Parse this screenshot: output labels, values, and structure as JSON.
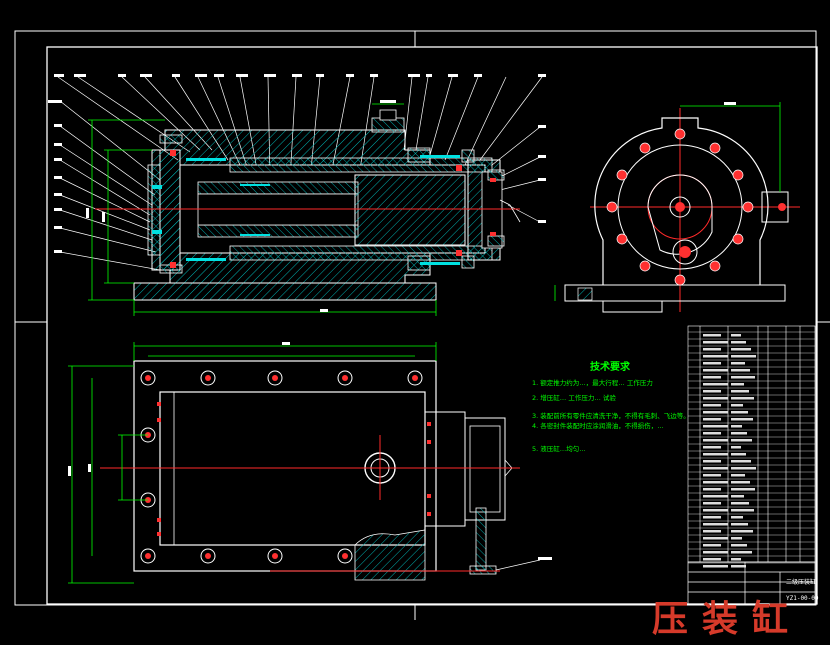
{
  "colors": {
    "background": "#000000",
    "frame": "#ffffff",
    "outline": "#ffffff",
    "hatch": "#00c8c8",
    "centerline": "#ff2a2a",
    "dimension": "#00ff00",
    "text_note": "#00ff00",
    "bolt": "#ff3030",
    "watermark": "#d63a2a"
  },
  "tech_notes": {
    "title": "技术要求",
    "items": [
      "1. 额定推力约为…，最大行程… 工作压力",
      "2. 增压缸… 工作压力… 试验",
      "3. 装配前所有零件应清洗干净，不得有毛刺、飞边等。",
      "4. 各密封件装配时应涂润滑油，不得损伤，…",
      "5. 液压缸…均匀…"
    ]
  },
  "title_block": {
    "drawing_name": "二级压装缸",
    "drawing_code": "YZ1-00-00"
  },
  "watermark": "压装缸"
}
